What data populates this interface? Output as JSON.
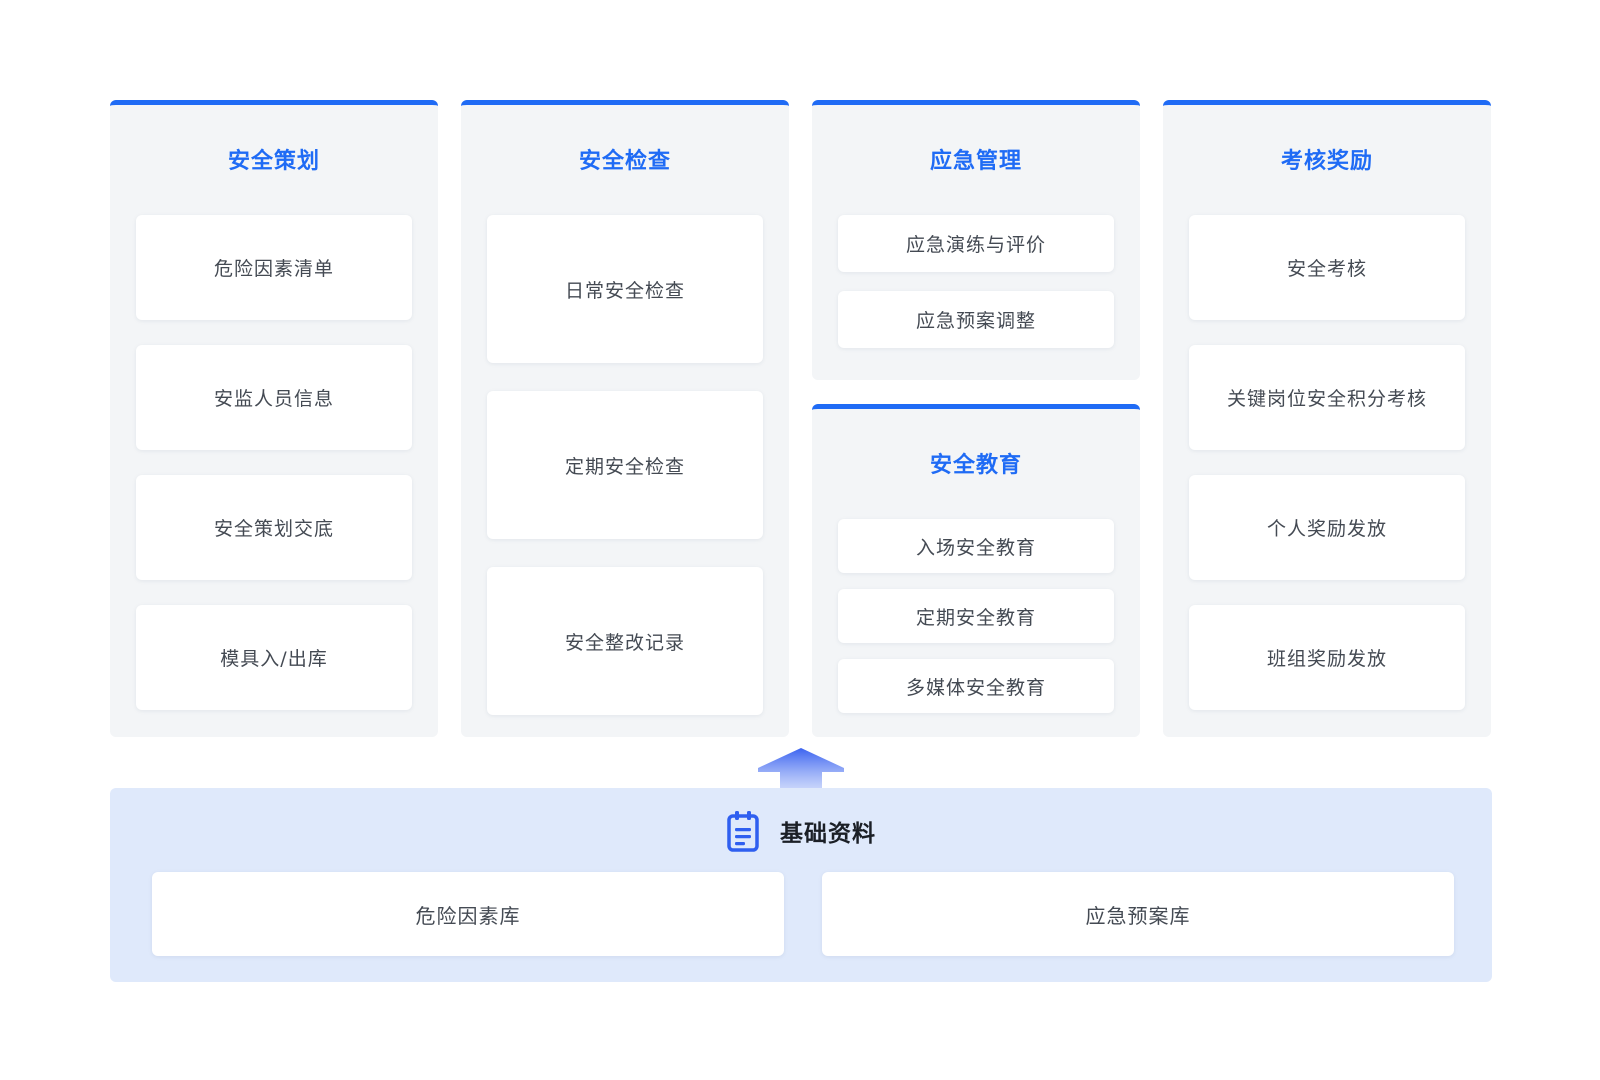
{
  "columns": [
    {
      "title": "安全策划",
      "items": [
        "危险因素清单",
        "安监人员信息",
        "安全策划交底",
        "模具入/出库"
      ]
    },
    {
      "title": "安全检查",
      "items": [
        "日常安全检查",
        "定期安全检查",
        "安全整改记录"
      ]
    },
    {
      "title": "应急管理",
      "items": [
        "应急演练与评价",
        "应急预案调整"
      ]
    },
    {
      "title": "安全教育",
      "items": [
        "入场安全教育",
        "定期安全教育",
        "多媒体安全教育"
      ]
    },
    {
      "title": "考核奖励",
      "items": [
        "安全考核",
        "关键岗位安全积分考核",
        "个人奖励发放",
        "班组奖励发放"
      ]
    }
  ],
  "base": {
    "title": "基础资料",
    "icon": "clipboard-icon",
    "items": [
      "危险因素库",
      "应急预案库"
    ]
  },
  "colors": {
    "accent": "#1f6bf5",
    "panel": "#f3f5f7",
    "base_panel": "#dfe9fb"
  }
}
